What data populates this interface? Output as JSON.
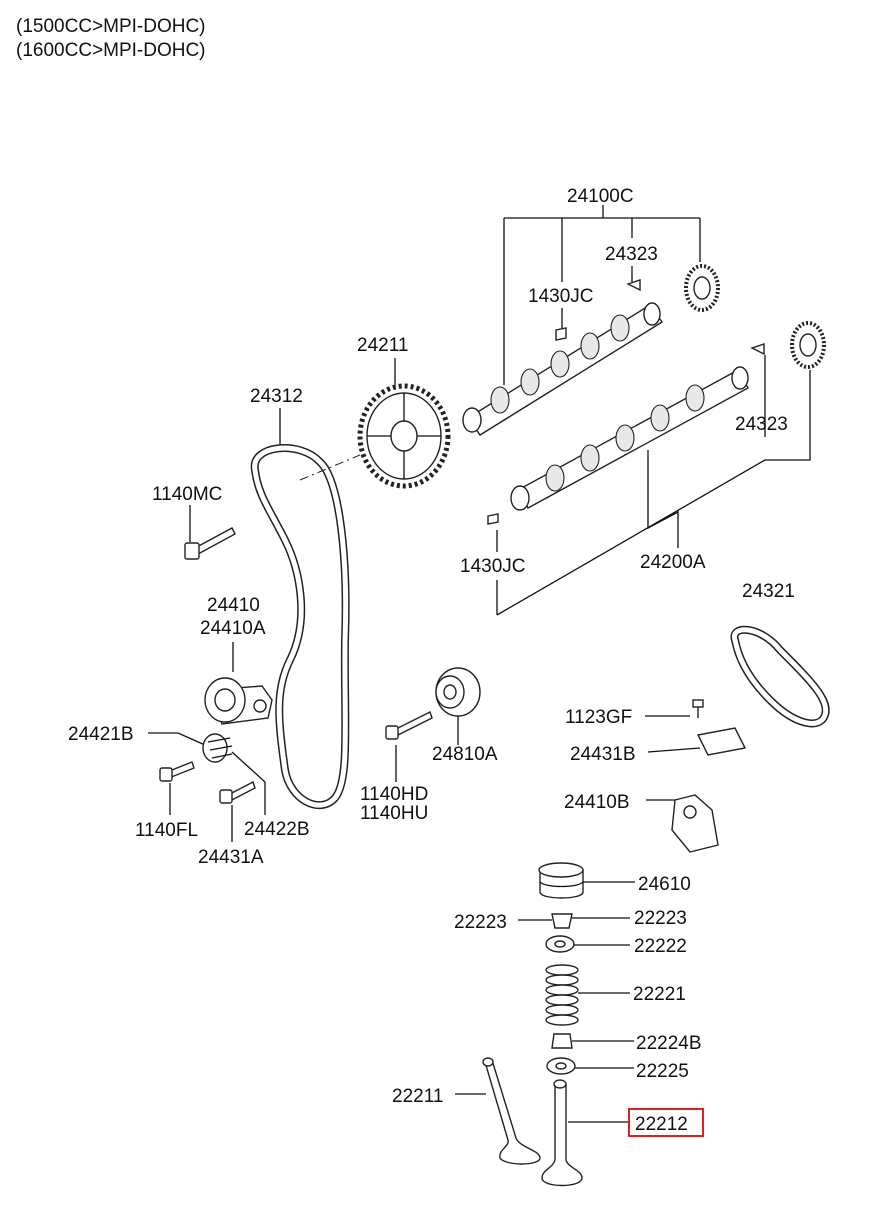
{
  "header": {
    "line1": "(1500CC>MPI-DOHC)",
    "line2": "(1600CC>MPI-DOHC)"
  },
  "parts": {
    "p24100C": "24100C",
    "p24323_top": "24323",
    "p1430JC_top": "1430JC",
    "p24211": "24211",
    "p24312": "24312",
    "p24323_right": "24323",
    "p1140MC": "1140MC",
    "p1430JC_bottom": "1430JC",
    "p24200A": "24200A",
    "p24410": "24410",
    "p24410A": "24410A",
    "p24321": "24321",
    "p24421B": "24421B",
    "p1123GF": "1123GF",
    "p24431B": "24431B",
    "p24810A": "24810A",
    "p1140HD": "1140HD",
    "p1140HU": "1140HU",
    "p1140FL": "1140FL",
    "p24422B": "24422B",
    "p24431A": "24431A",
    "p24410B": "24410B",
    "p24610": "24610",
    "p22223_left": "22223",
    "p22223_right": "22223",
    "p22222": "22222",
    "p22221": "22221",
    "p22224B": "22224B",
    "p22225": "22225",
    "p22211": "22211",
    "p22212": "22212"
  },
  "highlight": {
    "part": "22212",
    "color": "#e02020"
  }
}
